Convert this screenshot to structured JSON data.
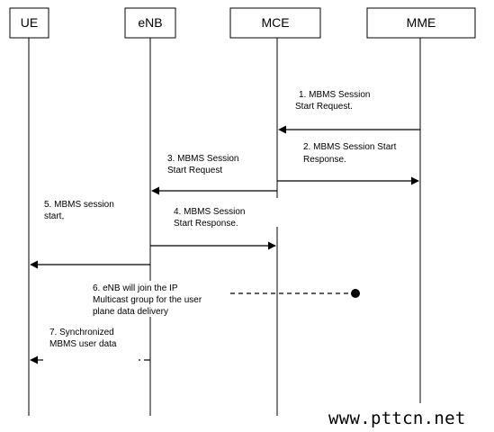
{
  "entities": {
    "ue": "UE",
    "enb": "eNB",
    "mce": "MCE",
    "mme": "MME"
  },
  "messages": {
    "m1": [
      "1. MBMS Session",
      "Start Request."
    ],
    "m2": [
      "2. MBMS Session Start",
      "Response."
    ],
    "m3": [
      "3. MBMS Session",
      "Start Request"
    ],
    "m4": [
      "4. MBMS Session",
      "Start  Response."
    ],
    "m5": [
      "5. MBMS session",
      "start,"
    ],
    "m6": [
      "6. eNB will join the IP",
      "Multicast group for the user",
      "plane data delivery"
    ],
    "m7": [
      "7. Synchronized",
      "MBMS user data"
    ]
  },
  "watermark": "www.pttcn.net",
  "colors": {
    "line": "#000000",
    "background": "#ffffff"
  }
}
